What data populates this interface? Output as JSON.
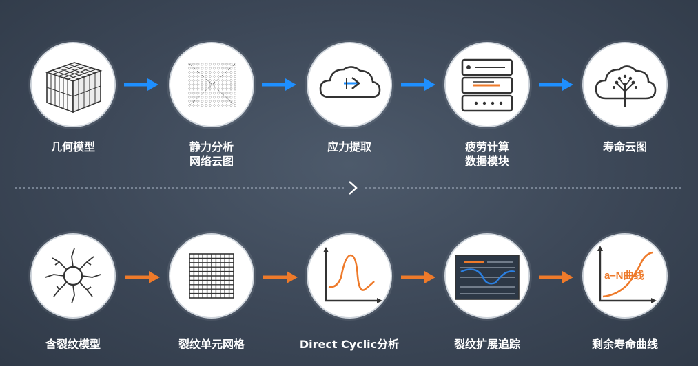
{
  "rows": {
    "top": {
      "accent": "#1e8fff",
      "steps": [
        {
          "label": "几何模型",
          "icon": "grid-block-icon"
        },
        {
          "label": "静力分析\n网络云图",
          "icon": "mesh-cloud-icon"
        },
        {
          "label": "应力提取",
          "icon": "cloud-extract-icon"
        },
        {
          "label": "疲劳计算\n数据模块",
          "icon": "server-module-icon"
        },
        {
          "label": "寿命云图",
          "icon": "tree-cloud-icon"
        }
      ]
    },
    "bottom": {
      "accent": "#ee7a2a",
      "steps": [
        {
          "label": "含裂纹模型",
          "icon": "crack-model-icon"
        },
        {
          "label": "裂纹单元网格",
          "icon": "element-grid-icon"
        },
        {
          "label": "Direct Cyclic分析",
          "icon": "cyclic-wave-icon"
        },
        {
          "label": "裂纹扩展追踪",
          "icon": "crack-tracking-chart-icon"
        },
        {
          "label": "剩余寿命曲线",
          "icon": "a-n-curve-icon",
          "icon_text": "a–N曲线"
        }
      ]
    }
  },
  "divider": {
    "icon": "chevron-right-icon"
  }
}
